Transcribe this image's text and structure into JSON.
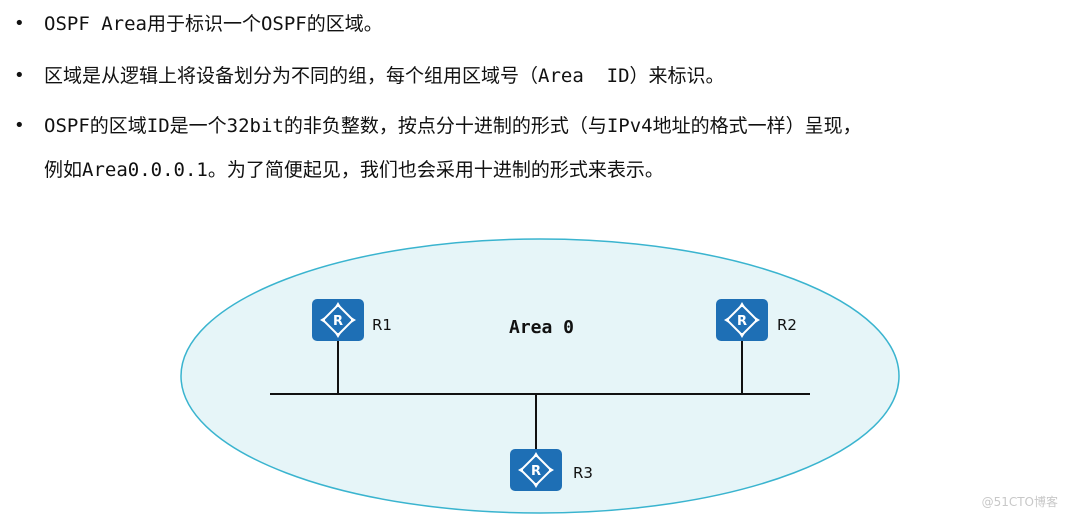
{
  "bullets": [
    {
      "text": "OSPF Area用于标识一个OSPF的区域。"
    },
    {
      "text": "区域是从逻辑上将设备划分为不同的组，每个组用区域号（Area  ID）来标识。"
    },
    {
      "line1": "OSPF的区域ID是一个32bit的非负整数，按点分十进制的形式（与IPv4地址的格式一样）呈现，",
      "line2": "例如Area0.0.0.1。为了简便起见，我们也会采用十进制的形式来表示。"
    }
  ],
  "diagram": {
    "area_label": "Area 0",
    "routers": [
      {
        "label": "R1",
        "icon": "router-icon"
      },
      {
        "label": "R2",
        "icon": "router-icon"
      },
      {
        "label": "R3",
        "icon": "router-icon"
      }
    ],
    "colors": {
      "area_fill": "#e6f5f8",
      "area_stroke": "#3ab4cf",
      "router_fill": "#1e6fb5",
      "link": "#111111"
    }
  },
  "watermark": "@51CTO博客"
}
